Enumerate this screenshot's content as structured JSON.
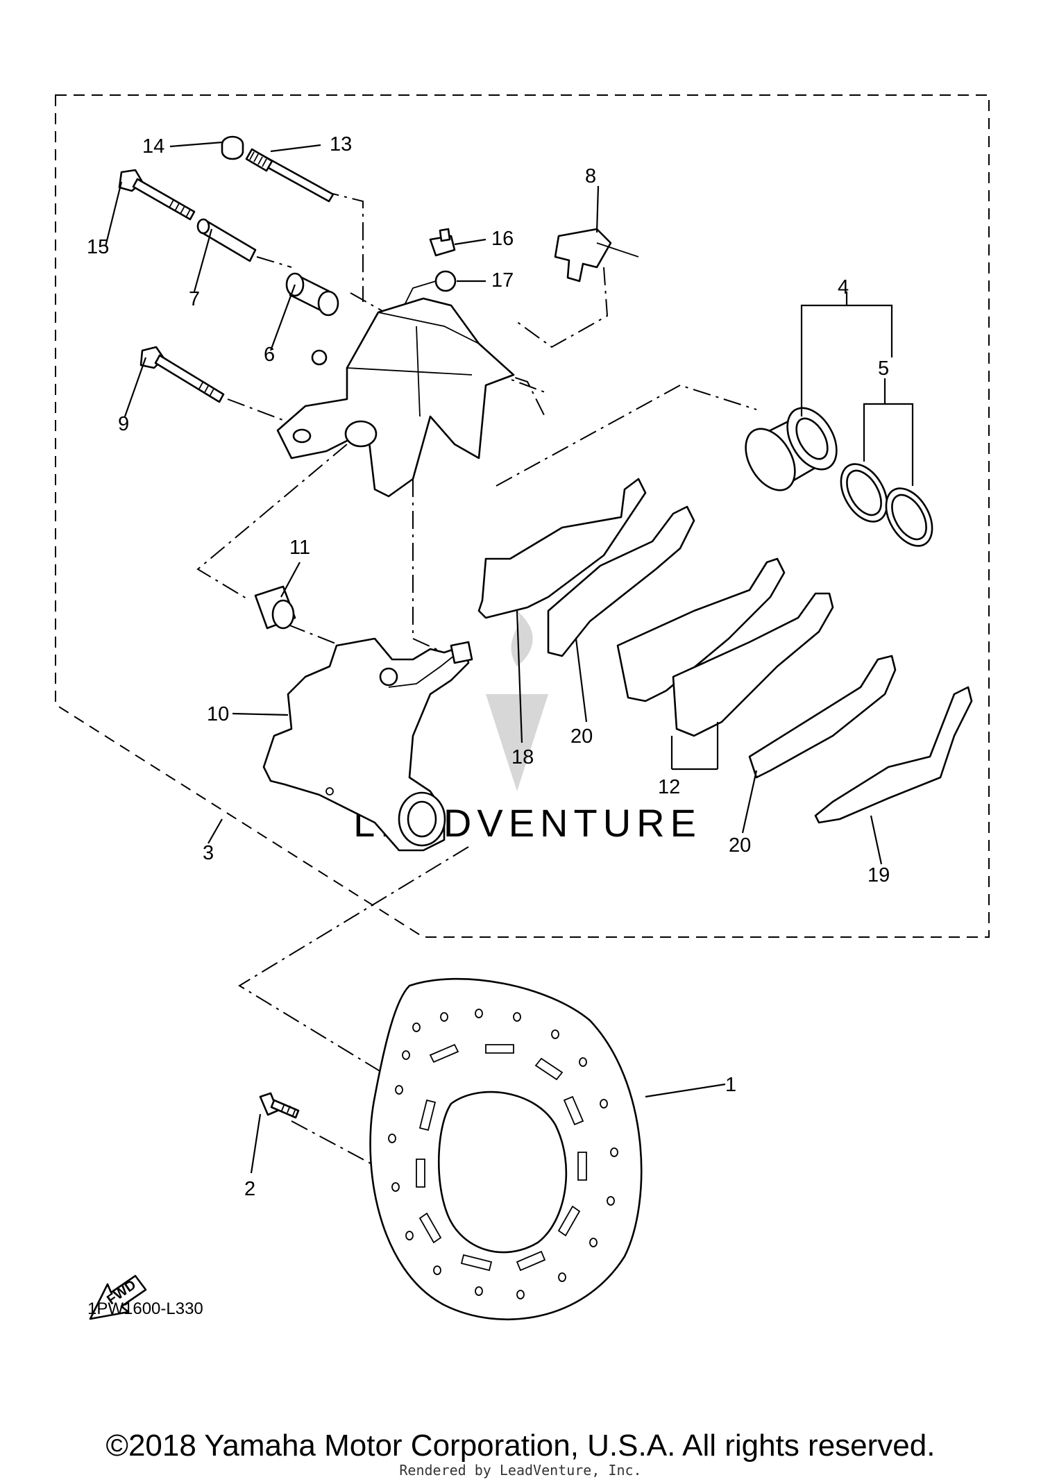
{
  "diagram": {
    "callouts": {
      "c1": "1",
      "c2": "2",
      "c3": "3",
      "c4": "4",
      "c5": "5",
      "c6": "6",
      "c7": "7",
      "c8": "8",
      "c9": "9",
      "c10": "10",
      "c11": "11",
      "c12": "12",
      "c13": "13",
      "c14": "14",
      "c15": "15",
      "c16": "16",
      "c17": "17",
      "c18": "18",
      "c19": "19",
      "c20a": "20",
      "c20b": "20"
    },
    "fwd_label": "FWD",
    "watermark": "LEADVENTURE",
    "diagram_code": "1PW1600-L330"
  },
  "footer": {
    "copyright": "©2018 Yamaha Motor Corporation, U.S.A. All rights reserved.",
    "rendered_by": "Rendered by LeadVenture, Inc."
  }
}
